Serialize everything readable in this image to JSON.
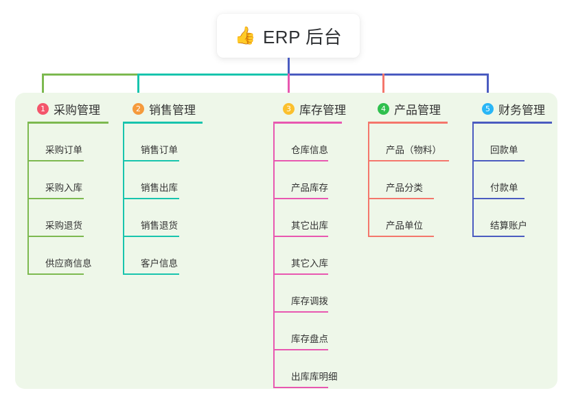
{
  "root": {
    "icon": "thumbs-up-icon",
    "icon_glyph": "👍",
    "title": "ERP 后台"
  },
  "colors": {
    "panel_bg": "#eef7e9",
    "card_bg": "#ffffff",
    "text": "#333333",
    "bus_green": "#7cb94f",
    "bus_teal": "#17c4ad",
    "bus_blue": "#4a5bc0",
    "col1": "#7cb94f",
    "col2": "#17c4ad",
    "col3": "#e857b0",
    "col4": "#f4766b",
    "col5": "#4a5bc0",
    "badge1": "#f4556b",
    "badge2": "#f59a3c",
    "badge3": "#fbc02d",
    "badge4": "#2fc04e",
    "badge5": "#29b6f6"
  },
  "columns": [
    {
      "index": "1",
      "badge": "1",
      "badge_color": "#f4556b",
      "accent": "#7cb94f",
      "title": "采购管理",
      "items": [
        {
          "label": "采购订单"
        },
        {
          "label": "采购入库"
        },
        {
          "label": "采购退货"
        },
        {
          "label": "供应商信息"
        }
      ]
    },
    {
      "index": "2",
      "badge": "2",
      "badge_color": "#f59a3c",
      "accent": "#17c4ad",
      "title": "销售管理",
      "items": [
        {
          "label": "销售订单"
        },
        {
          "label": "销售出库"
        },
        {
          "label": "销售退货"
        },
        {
          "label": "客户信息"
        }
      ]
    },
    {
      "index": "3",
      "badge": "3",
      "badge_color": "#fbc02d",
      "accent": "#e857b0",
      "title": "库存管理",
      "items": [
        {
          "label": "仓库信息"
        },
        {
          "label": "产品库存"
        },
        {
          "label": "其它出库"
        },
        {
          "label": "其它入库"
        },
        {
          "label": "库存调拨"
        },
        {
          "label": "库存盘点"
        },
        {
          "label": "出库库明细"
        }
      ]
    },
    {
      "index": "4",
      "badge": "4",
      "badge_color": "#2fc04e",
      "accent": "#f4766b",
      "title": "产品管理",
      "items": [
        {
          "label": "产品（物料）"
        },
        {
          "label": "产品分类"
        },
        {
          "label": "产品单位"
        }
      ]
    },
    {
      "index": "5",
      "badge": "5",
      "badge_color": "#29b6f6",
      "accent": "#4a5bc0",
      "title": "财务管理",
      "items": [
        {
          "label": "回款单"
        },
        {
          "label": "付款单"
        },
        {
          "label": "结算账户"
        }
      ]
    }
  ]
}
